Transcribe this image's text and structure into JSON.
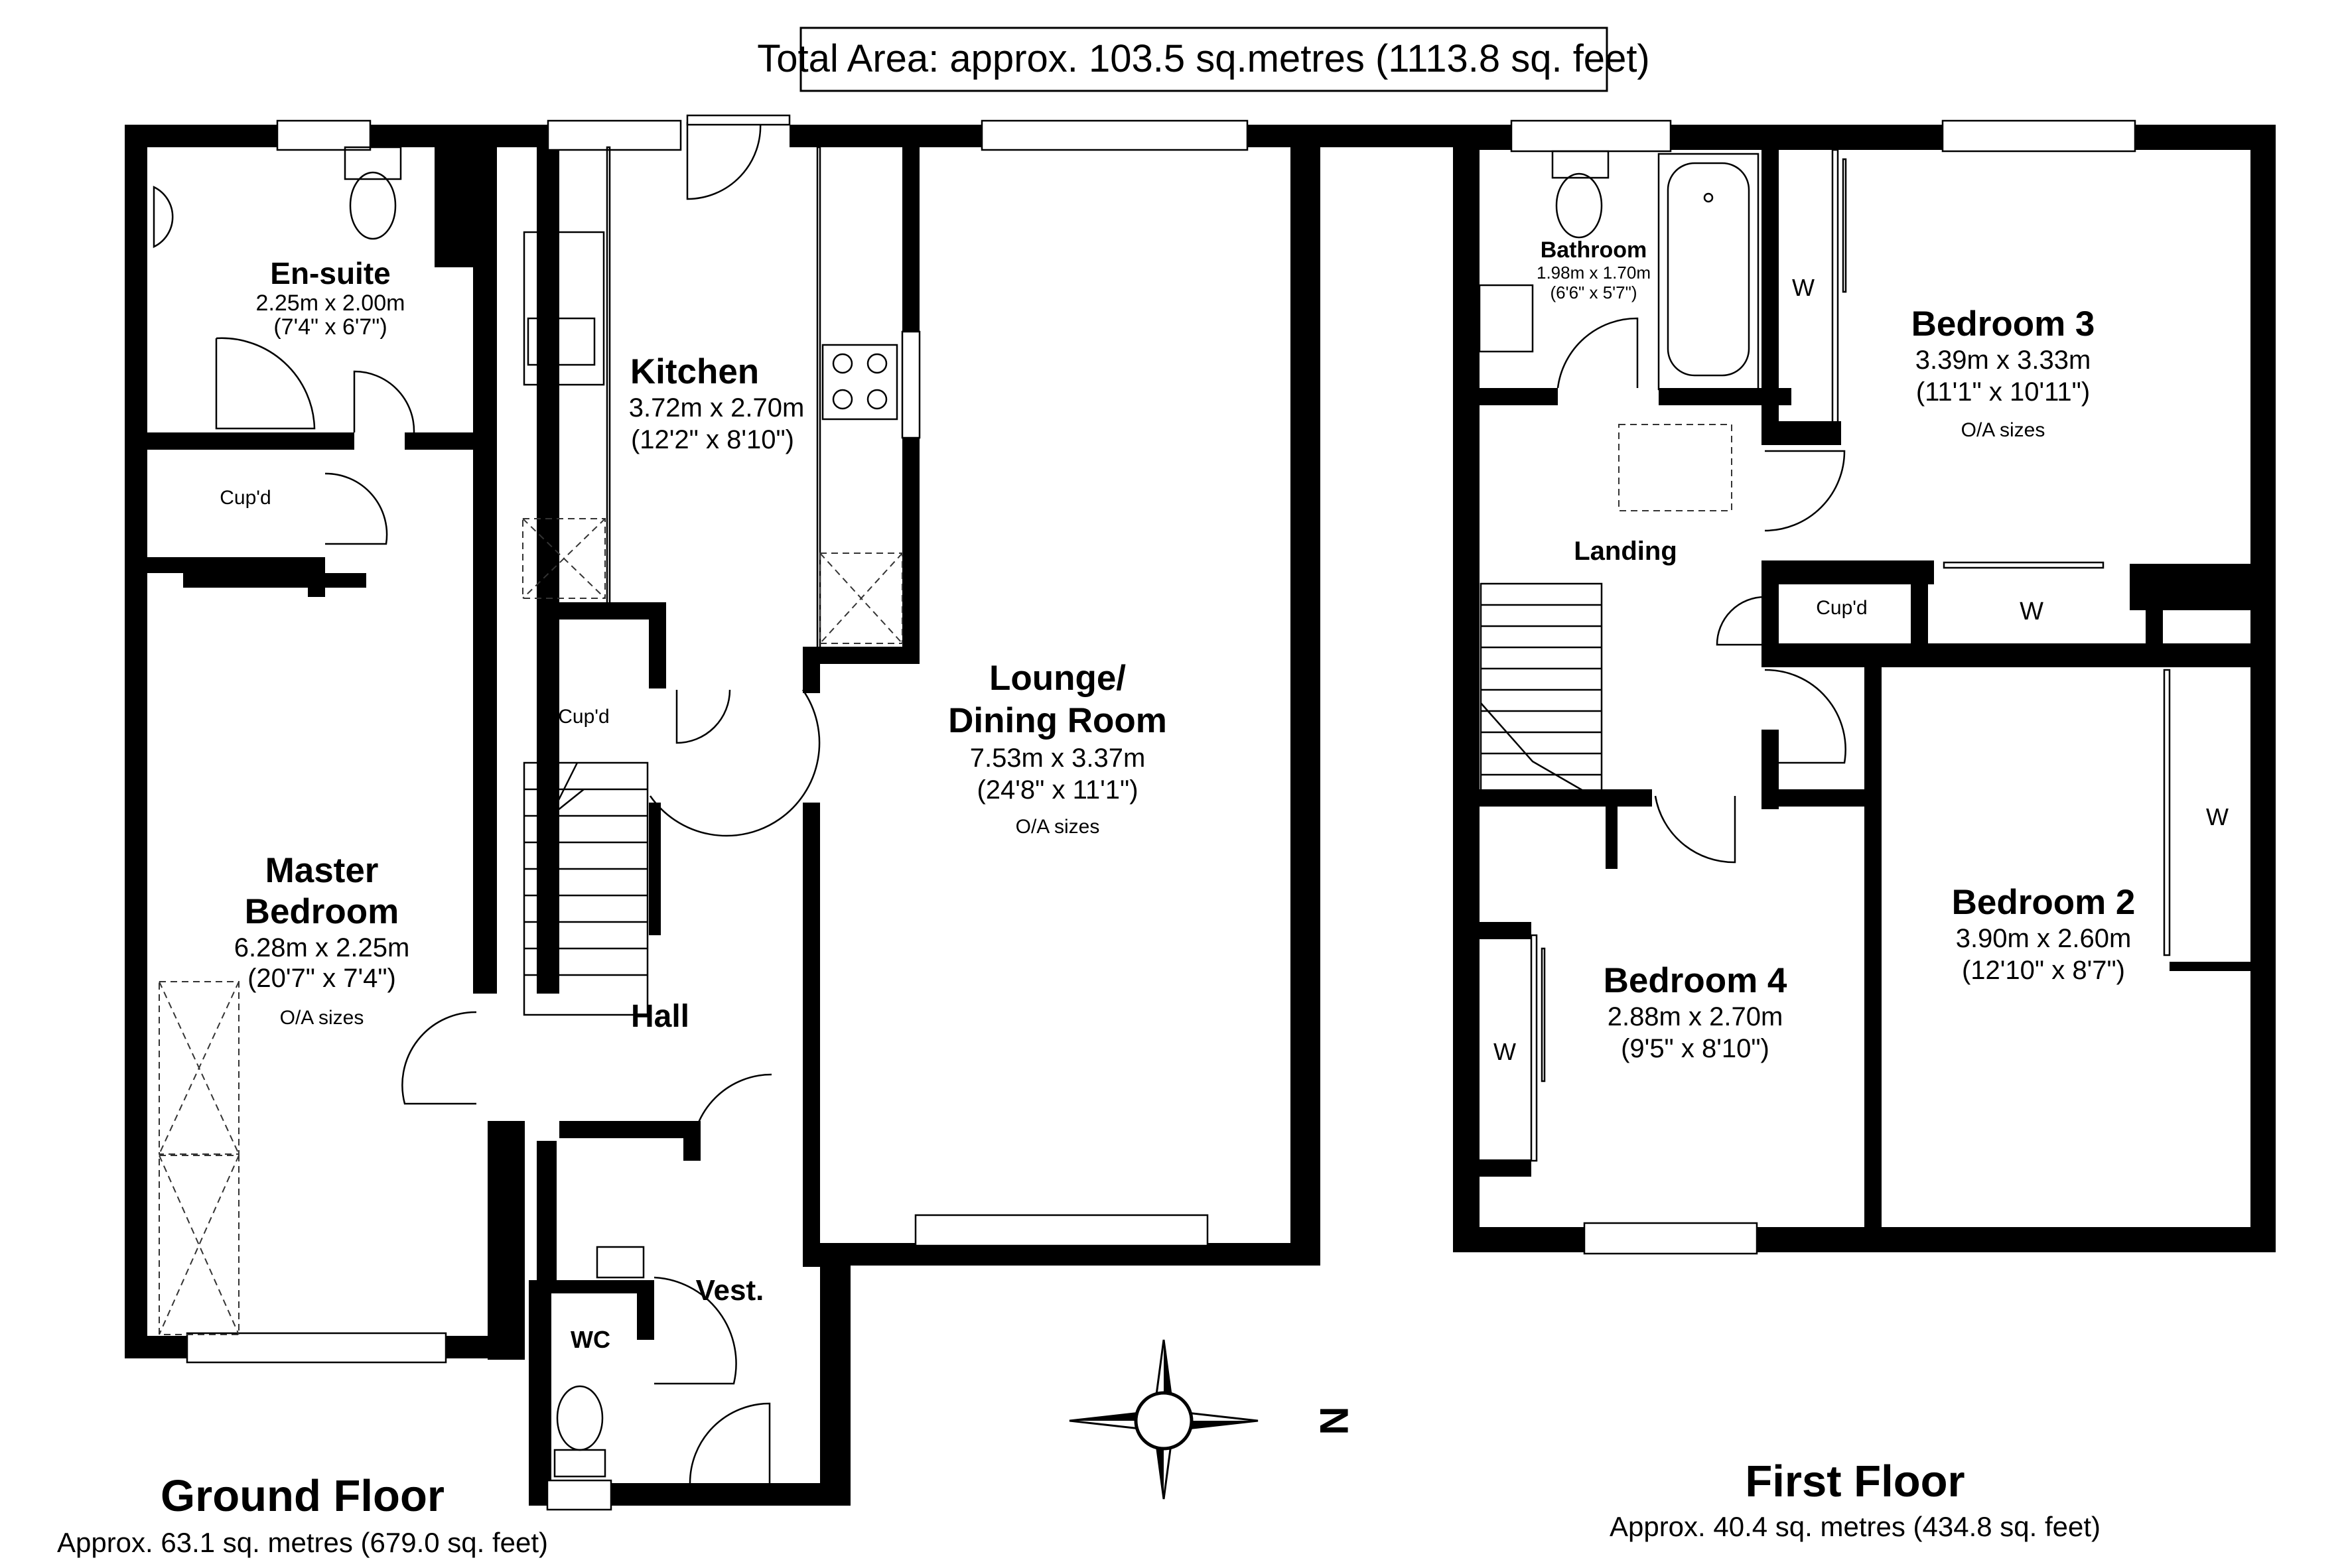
{
  "total_area": "Total Area: approx. 103.5 sq.metres (1113.8 sq. feet)",
  "ground_floor": {
    "title": "Ground Floor",
    "area": "Approx. 63.1 sq. metres (679.0 sq. feet)",
    "rooms": {
      "ensuite": {
        "name": "En-suite",
        "metric": "2.25m x 2.00m",
        "imperial": "(7'4\" x 6'7\")"
      },
      "kitchen": {
        "name": "Kitchen",
        "metric": "3.72m x 2.70m",
        "imperial": "(12'2\" x 8'10\")"
      },
      "lounge": {
        "name_line1": "Lounge/",
        "name_line2": "Dining Room",
        "metric": "7.53m x 3.37m",
        "imperial": "(24'8\" x 11'1\")",
        "note": "O/A sizes"
      },
      "master": {
        "name_line1": "Master",
        "name_line2": "Bedroom",
        "metric": "6.28m x 2.25m",
        "imperial": "(20'7\" x 7'4\")",
        "note": "O/A sizes"
      },
      "cupd_1": {
        "name": "Cup'd"
      },
      "cupd_2": {
        "name": "Cup'd"
      },
      "hall": {
        "name": "Hall"
      },
      "vest": {
        "name": "Vest."
      },
      "wc": {
        "name": "WC"
      }
    }
  },
  "first_floor": {
    "title": "First Floor",
    "area": "Approx. 40.4 sq. metres (434.8 sq. feet)",
    "rooms": {
      "bathroom": {
        "name": "Bathroom",
        "metric": "1.98m x 1.70m",
        "imperial": "(6'6\" x 5'7\")"
      },
      "bedroom3": {
        "name": "Bedroom 3",
        "metric": "3.39m x 3.33m",
        "imperial": "(11'1\" x 10'11\")",
        "note": "O/A sizes"
      },
      "landing": {
        "name": "Landing"
      },
      "cupd": {
        "name": "Cup'd"
      },
      "bedroom2": {
        "name": "Bedroom 2",
        "metric": "3.90m x 2.60m",
        "imperial": "(12'10\" x 8'7\")"
      },
      "bedroom4": {
        "name": "Bedroom 4",
        "metric": "2.88m x 2.70m",
        "imperial": "(9'5\" x 8'10\")"
      },
      "wardrobe_label": "W"
    }
  },
  "compass": {
    "north_label": "N"
  }
}
